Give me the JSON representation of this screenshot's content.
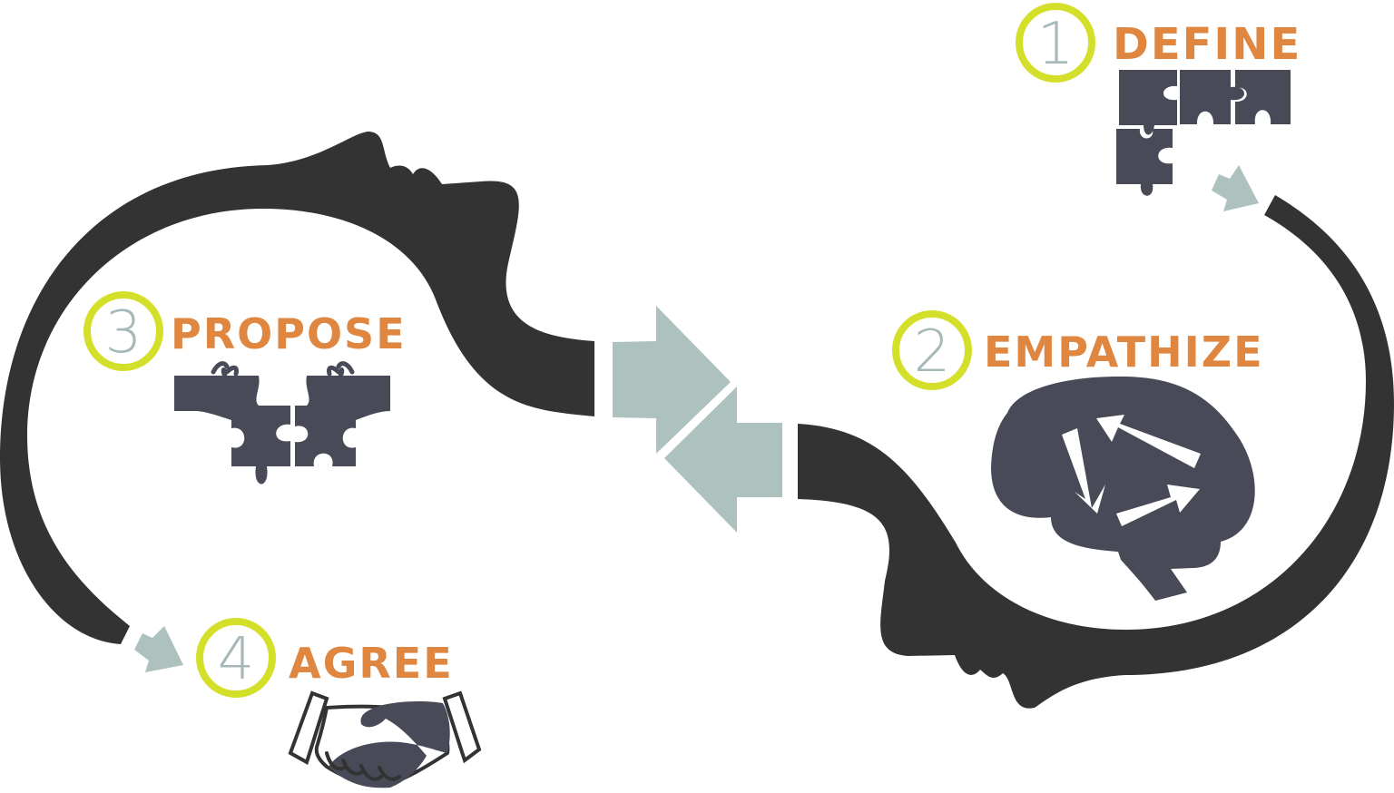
{
  "colors": {
    "face": "#333333",
    "arrow": "#adc1bf",
    "ring": "#d4df2a",
    "number": "#a6b8b8",
    "label": "#df8640",
    "icon": "#484a57"
  },
  "steps": [
    {
      "number": "1",
      "label": "DEFINE",
      "icon": "puzzle-pieces-icon"
    },
    {
      "number": "2",
      "label": "EMPATHIZE",
      "icon": "brain-icon"
    },
    {
      "number": "3",
      "label": "PROPOSE",
      "icon": "hands-puzzle-icon"
    },
    {
      "number": "4",
      "label": "AGREE",
      "icon": "handshake-icon"
    }
  ]
}
